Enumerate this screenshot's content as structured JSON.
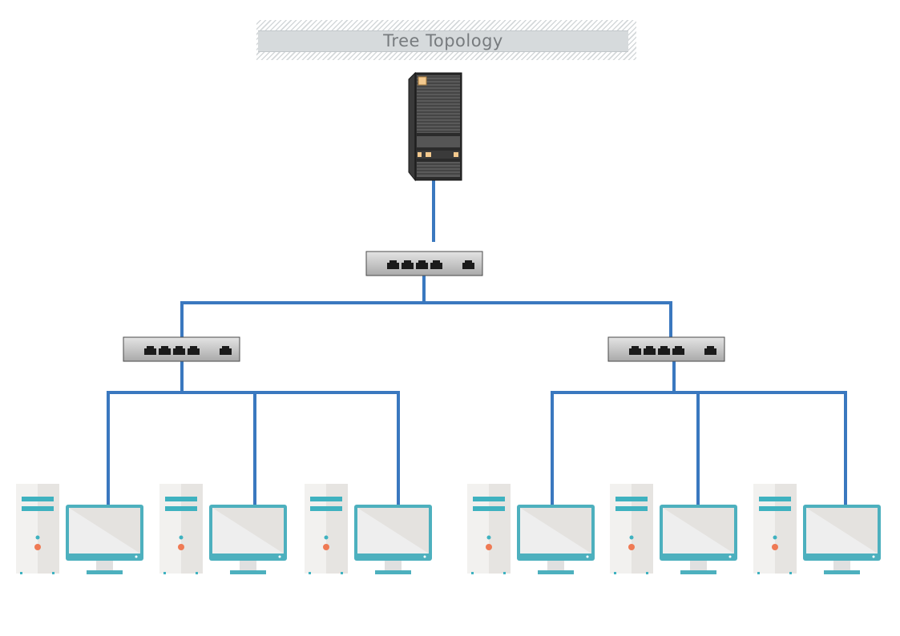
{
  "diagram": {
    "title": "Tree Topology",
    "nodes": {
      "root_server": {
        "icon": "server-tower-icon"
      },
      "core_switch": {
        "icon": "network-switch-icon"
      },
      "switches": [
        {
          "icon": "network-switch-icon"
        },
        {
          "icon": "network-switch-icon"
        }
      ],
      "workstations": [
        {
          "parent": 0,
          "icon": "desktop-computer-icon"
        },
        {
          "parent": 0,
          "icon": "desktop-computer-icon"
        },
        {
          "parent": 0,
          "icon": "desktop-computer-icon"
        },
        {
          "parent": 1,
          "icon": "desktop-computer-icon"
        },
        {
          "parent": 1,
          "icon": "desktop-computer-icon"
        },
        {
          "parent": 1,
          "icon": "desktop-computer-icon"
        }
      ]
    },
    "colors": {
      "link": "#3a78bf",
      "monitor_frame": "#4db0be",
      "switch_body": "#c6c6c6"
    }
  }
}
